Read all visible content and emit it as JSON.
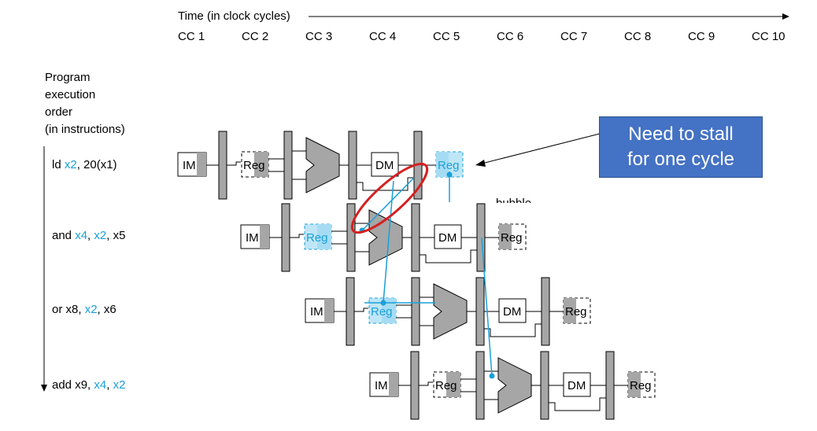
{
  "header": {
    "time_label": "Time (in clock cycles)",
    "cycles": [
      "CC 1",
      "CC 2",
      "CC 3",
      "CC 4",
      "CC 5",
      "CC 6",
      "CC 7",
      "CC 8",
      "CC 9",
      "CC 10"
    ]
  },
  "side_label": {
    "lines": [
      "Program",
      "execution",
      "order",
      "(in instructions)"
    ]
  },
  "instructions": [
    {
      "parts": [
        {
          "t": "ld "
        },
        {
          "t": "x2",
          "hl": true
        },
        {
          "t": ", 20(x1)"
        }
      ]
    },
    {
      "parts": [
        {
          "t": "and "
        },
        {
          "t": "x4",
          "hl": true
        },
        {
          "t": ", "
        },
        {
          "t": "x2",
          "hl": true
        },
        {
          "t": ", x5"
        }
      ]
    },
    {
      "parts": [
        {
          "t": "or x8, "
        },
        {
          "t": "x2",
          "hl": true
        },
        {
          "t": ", x6"
        }
      ]
    },
    {
      "parts": [
        {
          "t": "add x9, "
        },
        {
          "t": "x4",
          "hl": true
        },
        {
          "t": ", "
        },
        {
          "t": "x2",
          "hl": true
        }
      ]
    }
  ],
  "stage_labels": {
    "im": "IM",
    "reg": "Reg",
    "dm": "DM"
  },
  "bubble_label": "bubble",
  "callout": {
    "line1": "Need to stall",
    "line2": "for one cycle"
  },
  "colors": {
    "highlight": "#1aa0d8",
    "callout_bg": "#4472c4",
    "ellipse": "#d42020",
    "stage_gray": "#a6a6a6"
  }
}
